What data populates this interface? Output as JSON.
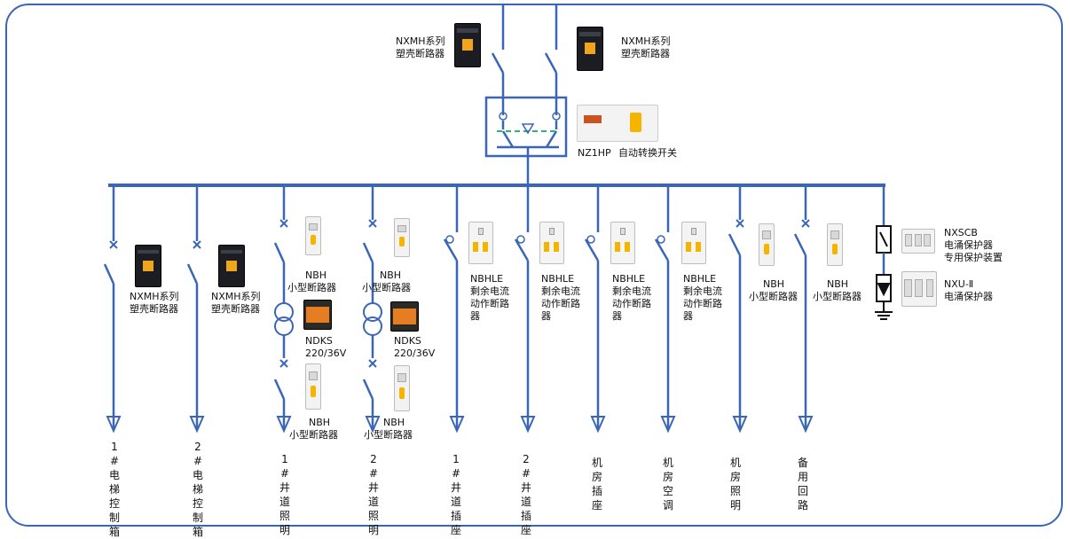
{
  "main_breaker_a": {
    "line1": "NXMH系列",
    "line2": "塑壳断路器"
  },
  "main_breaker_b": {
    "line1": "NXMH系列",
    "line2": "塑壳断路器"
  },
  "ats": {
    "model": "NZ1HP",
    "name": "自动转换开关"
  },
  "surge": {
    "nxscb": {
      "model": "NXSCB",
      "line2": "电涌保护器",
      "line3": "专用保护装置"
    },
    "nxu": {
      "model": "NXU-Ⅱ",
      "line2": "电涌保护器"
    }
  },
  "branches": [
    {
      "device": {
        "line1": "NXMH系列",
        "line2": "塑壳断路器"
      },
      "load": "1#电梯控制箱"
    },
    {
      "device": {
        "line1": "NXMH系列",
        "line2": "塑壳断路器"
      },
      "load": "2#电梯控制箱"
    },
    {
      "device": {
        "line1": "NBH",
        "line2": "小型断路器"
      },
      "transformer": {
        "line1": "NDKS",
        "line2": "220/36V"
      },
      "device2": {
        "line1": "NBH",
        "line2": "小型断路器"
      },
      "load": "1#井道照明"
    },
    {
      "device": {
        "line1": "NBH",
        "line2": "小型断路器"
      },
      "transformer": {
        "line1": "NDKS",
        "line2": "220/36V"
      },
      "device2": {
        "line1": "NBH",
        "line2": "小型断路器"
      },
      "load": "2#井道照明"
    },
    {
      "device": {
        "line1": "NBHLE",
        "line2": "剩余电流",
        "line3": "动作断路",
        "line4": "器"
      },
      "load": "1#井道插座"
    },
    {
      "device": {
        "line1": "NBHLE",
        "line2": "剩余电流",
        "line3": "动作断路",
        "line4": "器"
      },
      "load": "2#井道插座"
    },
    {
      "device": {
        "line1": "NBHLE",
        "line2": "剩余电流",
        "line3": "动作断路",
        "line4": "器"
      },
      "load": "机房插座"
    },
    {
      "device": {
        "line1": "NBHLE",
        "line2": "剩余电流",
        "line3": "动作断路",
        "line4": "器"
      },
      "load": "机房空调"
    },
    {
      "device": {
        "line1": "NBH",
        "line2": "小型断路器"
      },
      "load": "机房照明"
    },
    {
      "device": {
        "line1": "NBH",
        "line2": "小型断路器"
      },
      "load": "备用回路"
    }
  ]
}
